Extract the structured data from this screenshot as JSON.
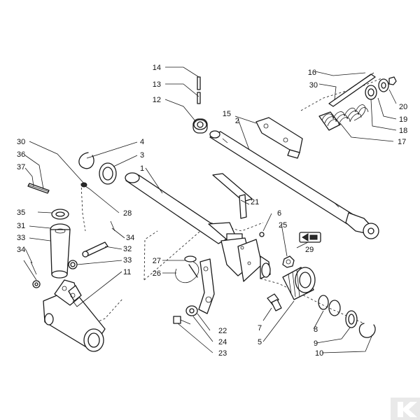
{
  "callouts": {
    "c1": "1",
    "c2": "2",
    "c3": "3",
    "c4": "4",
    "c5": "5",
    "c6": "6",
    "c7": "7",
    "c8": "8",
    "c9": "9",
    "c10": "10",
    "c11": "11",
    "c12": "12",
    "c13": "13",
    "c14": "14",
    "c15": "15",
    "c16": "16",
    "c17": "17",
    "c18": "18",
    "c19": "19",
    "c20": "20",
    "c21": "21",
    "c22": "22",
    "c23": "23",
    "c24": "24",
    "c25": "25",
    "c26": "26",
    "c27": "27",
    "c28": "28",
    "c29": "29",
    "c30a": "30",
    "c30b": "30",
    "c31": "31",
    "c32": "32",
    "c33a": "33",
    "c33b": "33",
    "c34a": "34",
    "c34b": "34",
    "c35": "35",
    "c36": "36",
    "c37": "37"
  },
  "colors": {
    "line": "#1a1a1a",
    "background": "#ffffff",
    "logo": "#e9e9e9"
  },
  "icons": {
    "corner_logo": "k-logo-icon",
    "direction_plate": "arrow-plate-icon"
  }
}
